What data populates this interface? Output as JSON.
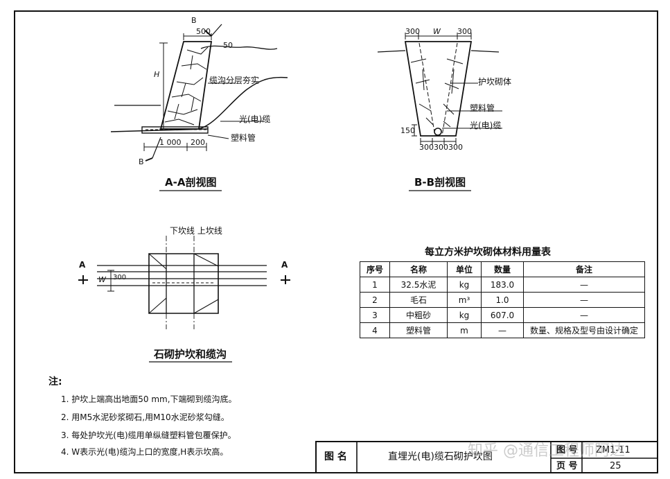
{
  "views": {
    "aa": {
      "caption": "A-A剖视图",
      "label_compaction": "缆沟分层夯实",
      "label_cable": "光(电)缆",
      "label_pipe": "塑料管",
      "dim_top": "500",
      "dim_50": "50",
      "dim_h": "H",
      "dim_1000": "1 000",
      "dim_200": "200",
      "section_b_top": "B",
      "section_b_bottom": "B"
    },
    "bb": {
      "caption": "B-B剖视图",
      "label_masonry": "护坎砌体",
      "label_pipe": "塑料管",
      "label_cable": "光(电)缆",
      "dim_300_left": "300",
      "dim_w": "W",
      "dim_300_right": "300",
      "dim_150": "150",
      "dim_bottom": "300300300"
    },
    "plan": {
      "caption": "石砌护坎和缆沟",
      "label_lines": "下坎线 上坎线",
      "mark_a_left": "A",
      "mark_a_right": "A",
      "dim_w": "W",
      "dim_300": "300"
    }
  },
  "table": {
    "title": "每立方米护坎砌体材料用量表",
    "headers": [
      "序号",
      "名称",
      "单位",
      "数量",
      "备注"
    ],
    "rows": [
      [
        "1",
        "32.5水泥",
        "kg",
        "183.0",
        "—"
      ],
      [
        "2",
        "毛石",
        "m³",
        "1.0",
        "—"
      ],
      [
        "3",
        "中粗砂",
        "kg",
        "607.0",
        "—"
      ],
      [
        "4",
        "塑料管",
        "m",
        "—",
        "数量、规格及型号由设计确定"
      ]
    ]
  },
  "notes": {
    "heading": "注:",
    "items": [
      "1. 护坎上端高出地面50 mm,下端砌到缆沟底。",
      "2. 用M5水泥砂浆砌石,用M10水泥砂浆勾缝。",
      "3. 每处护坎光(电)缆用单纵缝塑料管包覆保护。",
      "4. W表示光(电)缆沟上口的宽度,H表示坎高。"
    ]
  },
  "title_block": {
    "drawing_name_label": "图 名",
    "drawing_name": "直埋光(电)缆石砌护坎图",
    "drawing_no_label": "图 号",
    "drawing_no": "ZM1-11",
    "page_label": "页 号",
    "page_no": "25"
  },
  "watermark": "知乎 @通信工程师阿达"
}
